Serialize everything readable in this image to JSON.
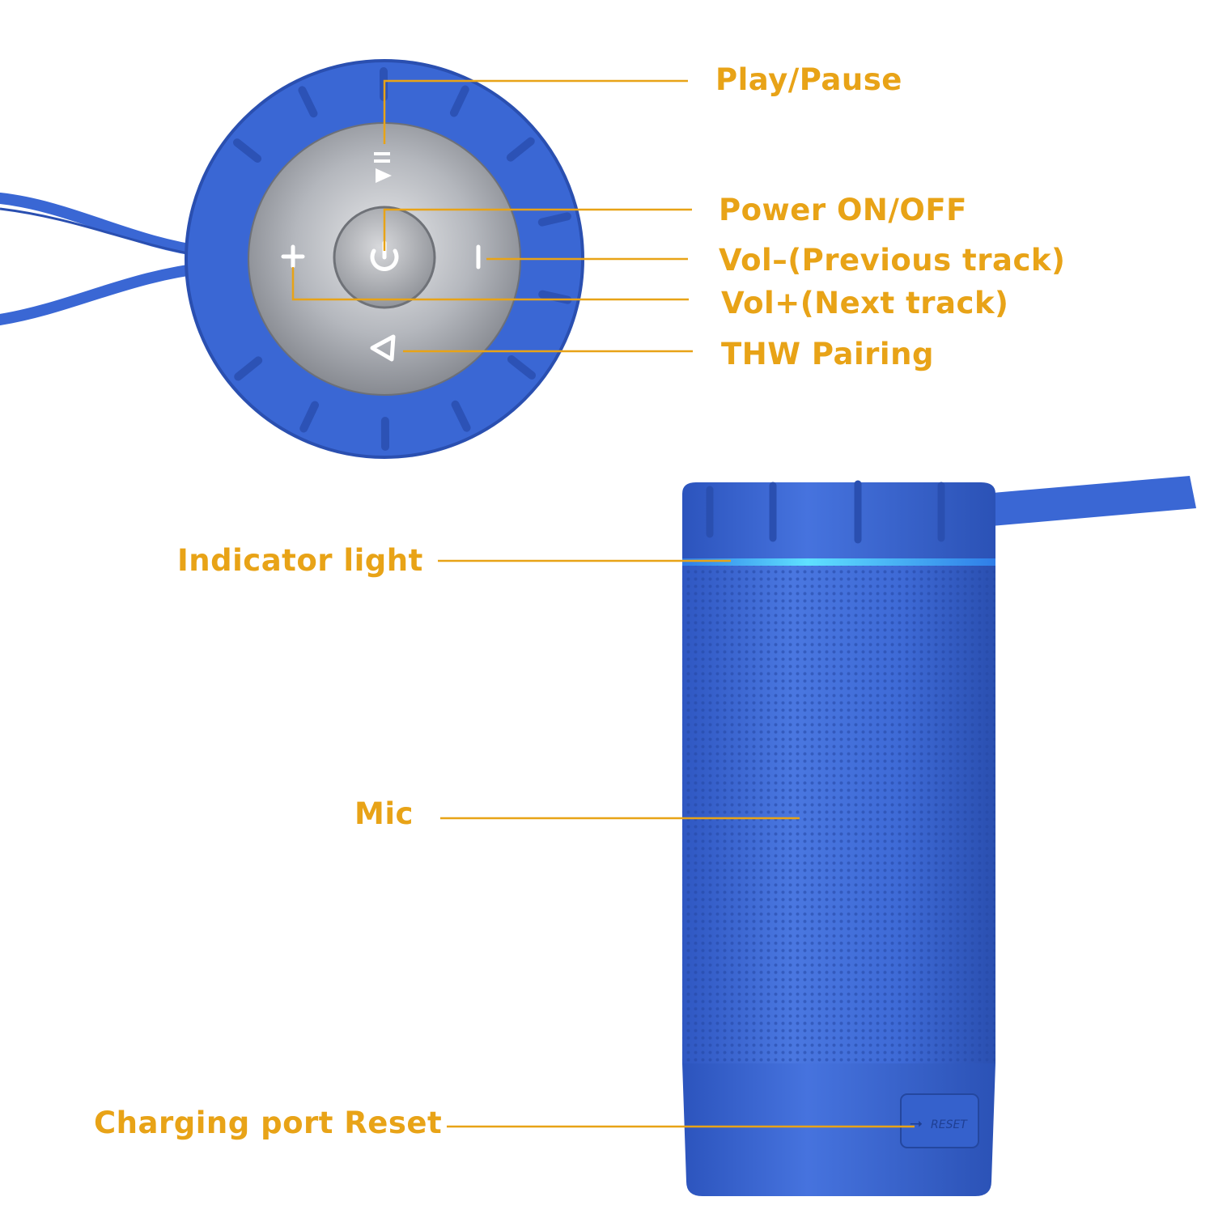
{
  "colors": {
    "label": "#e8a317",
    "leader_line": "#e8a317",
    "speaker_blue": "#3a67d4",
    "speaker_blue_dark": "#2a4fb0",
    "metal": "#b9bcc2",
    "indicator": "#35c7ff"
  },
  "labels": {
    "play_pause": "Play/Pause",
    "power": "Power ON/OFF",
    "vol_minus": "Vol–(Previous track)",
    "vol_plus": "Vol+(Next track)",
    "pairing": "THW Pairing",
    "indicator": "Indicator light",
    "mic": "Mic",
    "charging": "Charging port Reset"
  },
  "port_text": "RESET"
}
